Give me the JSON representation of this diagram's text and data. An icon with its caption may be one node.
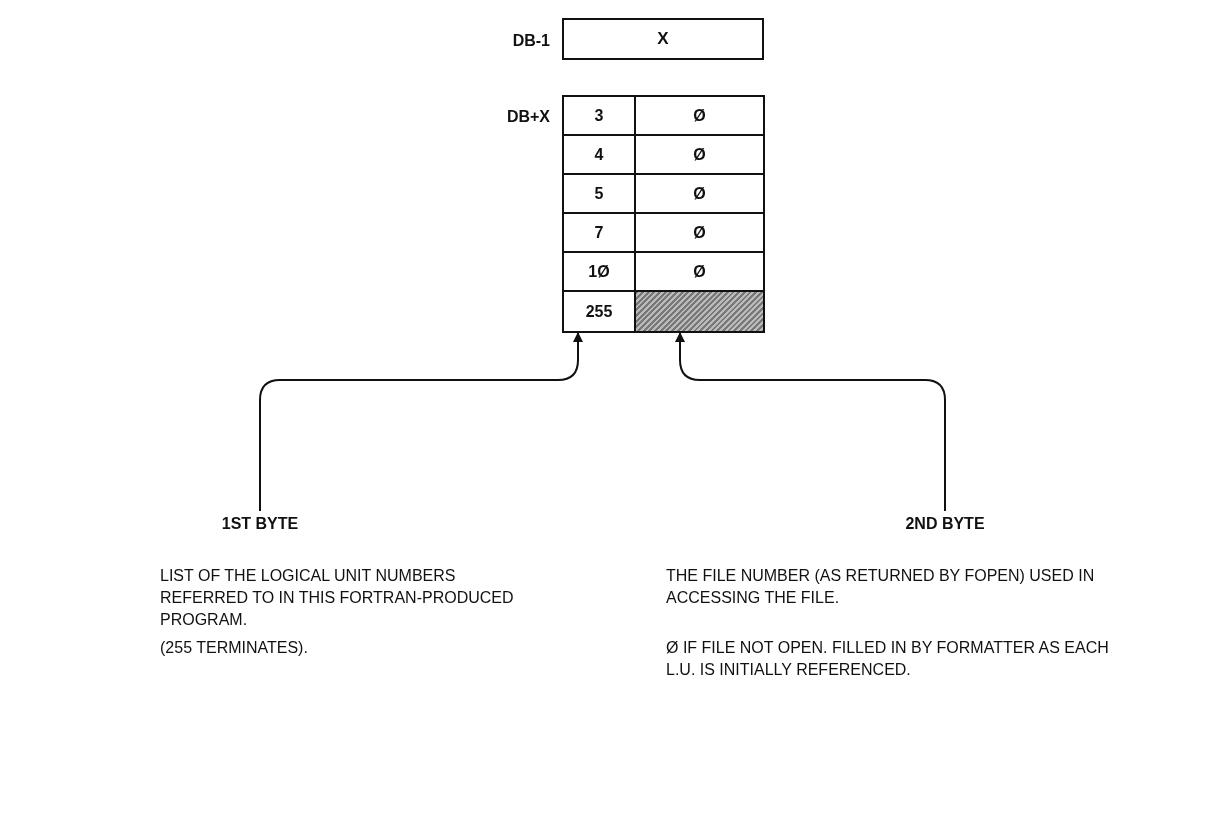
{
  "diagram": {
    "nodes": [
      {
        "text": [
          "X"
        ],
        "beside": [
          "DB-1"
        ]
      },
      {
        "text": [
          "3",
          "4",
          "5",
          "7",
          "1Ø",
          "255"
        ],
        "beside": [
          "DB+X"
        ]
      },
      {
        "text": [
          "Ø",
          "Ø",
          "Ø",
          "Ø",
          "Ø"
        ]
      },
      {
        "text": [
          "1ST BYTE"
        ],
        "beside": [
          "LIST OF THE LOGICAL UNIT NUMBERS REFERRED TO IN THIS FORTRAN-PRODUCED PROGRAM.",
          "(255 TERMINATES)."
        ]
      },
      {
        "text": [
          "2ND BYTE"
        ],
        "beside": [
          "THE FILE NUMBER (AS RETURNED BY FOPEN) USED IN ACCESSING THE FILE.",
          "Ø IF FILE NOT OPEN. FILLED IN BY FORMATTER AS EACH L.U. IS INITIALLY REFERENCED."
        ]
      }
    ],
    "edges": [
      {
        "from": 3,
        "to": 1,
        "arrow": "to"
      },
      {
        "from": 4,
        "to": 2,
        "arrow": "to"
      }
    ]
  }
}
